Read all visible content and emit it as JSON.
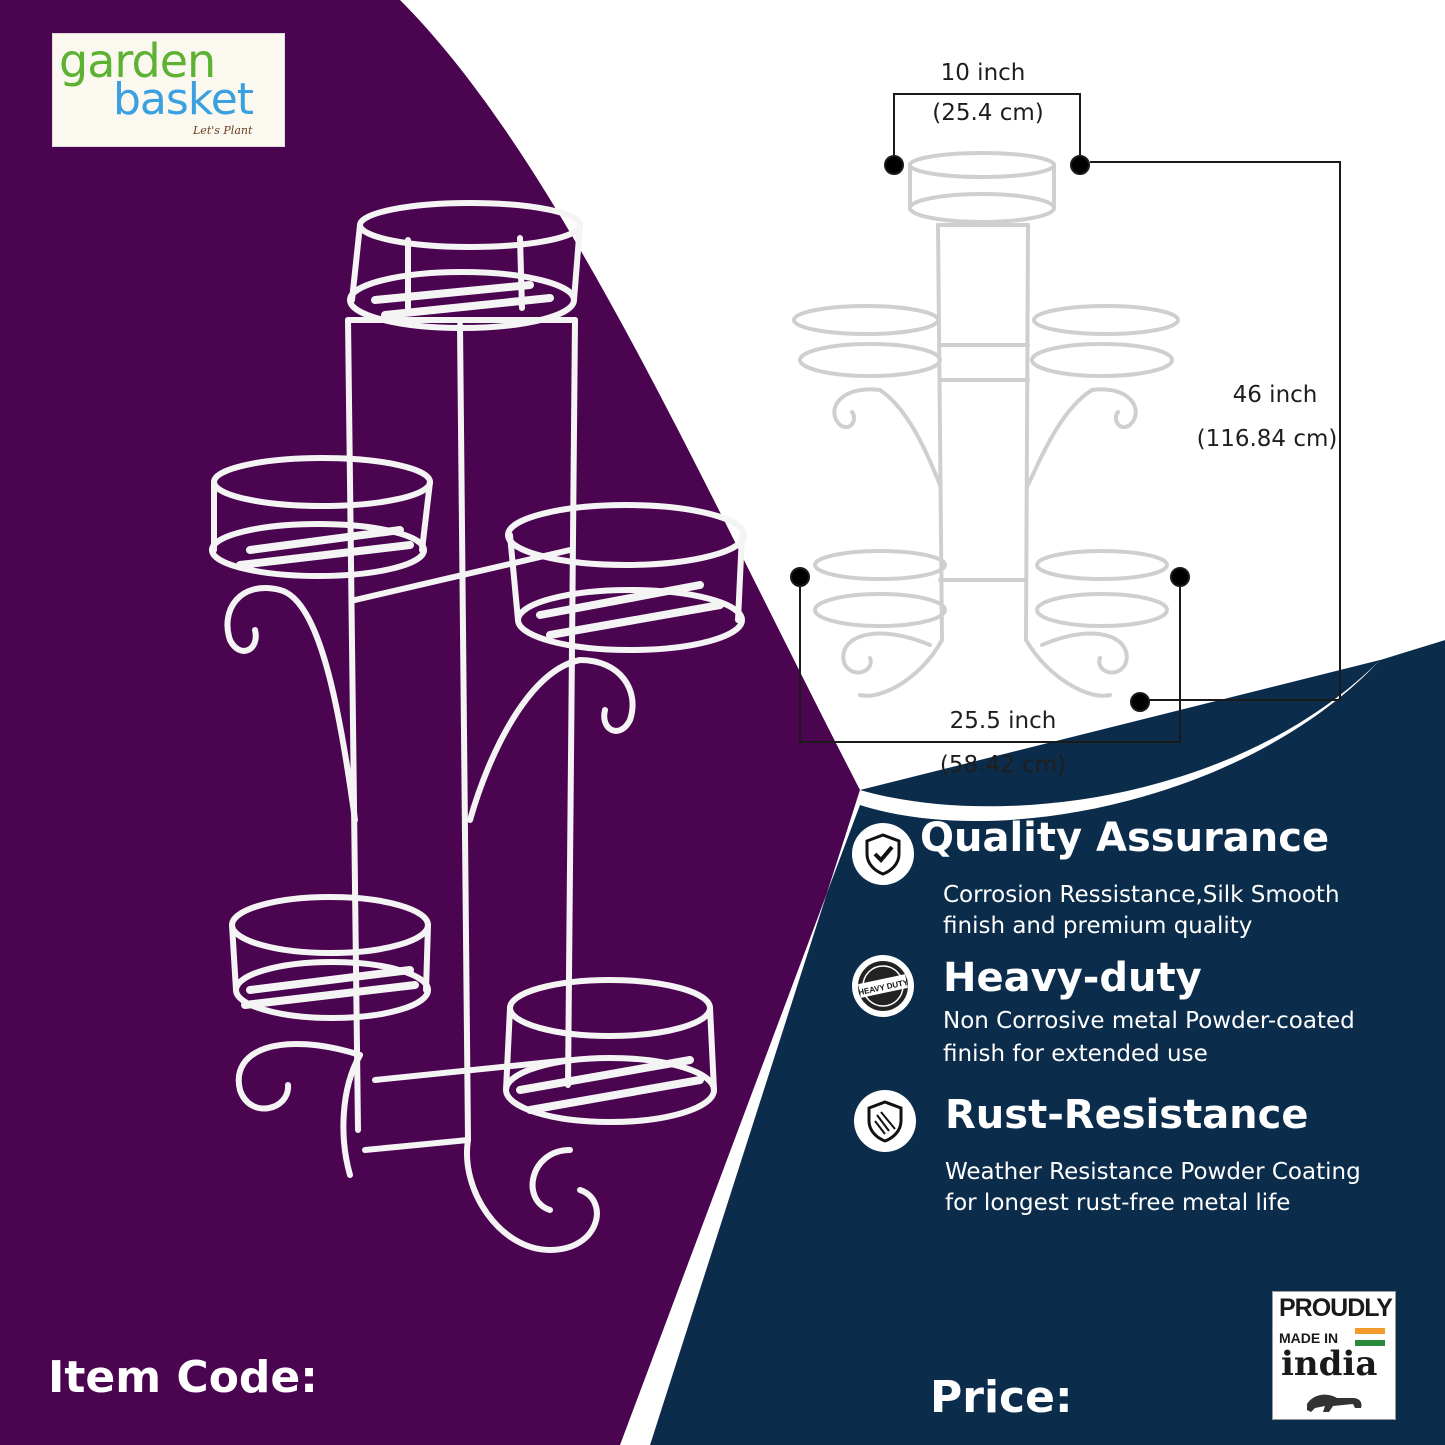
{
  "brand": {
    "line1": "garden",
    "line2": "basket",
    "tagline": "Let's Plant"
  },
  "colors": {
    "purple": "#4b0450",
    "navy": "#0b2d4b",
    "white": "#ffffff"
  },
  "dimensions": {
    "top_width_inch": "10 inch",
    "top_width_cm": "(25.4 cm)",
    "height_inch": "46 inch",
    "height_cm": "(116.84 cm)",
    "base_width_inch": "25.5 inch",
    "base_width_cm": "(58.42 cm)"
  },
  "features": [
    {
      "icon": "shield-check-icon",
      "title": "Quality Assurance",
      "desc_line1": "Corrosion Ressistance,Silk Smooth",
      "desc_line2": "finish and premium quality"
    },
    {
      "icon": "heavy-duty-badge-icon",
      "badge_text": "HEAVY DUTY",
      "title": "Heavy-duty",
      "desc_line1": "Non Corrosive metal Powder-coated",
      "desc_line2": "finish for extended use"
    },
    {
      "icon": "rust-shield-icon",
      "title": "Rust-Resistance",
      "desc_line1": "Weather Resistance Powder Coating",
      "desc_line2": "for longest rust-free metal life"
    }
  ],
  "labels": {
    "item_code": "Item Code:",
    "price": "Price:"
  },
  "badge_india": {
    "proudly": "PROUDLY",
    "made_in": "MADE IN",
    "country": "india"
  }
}
